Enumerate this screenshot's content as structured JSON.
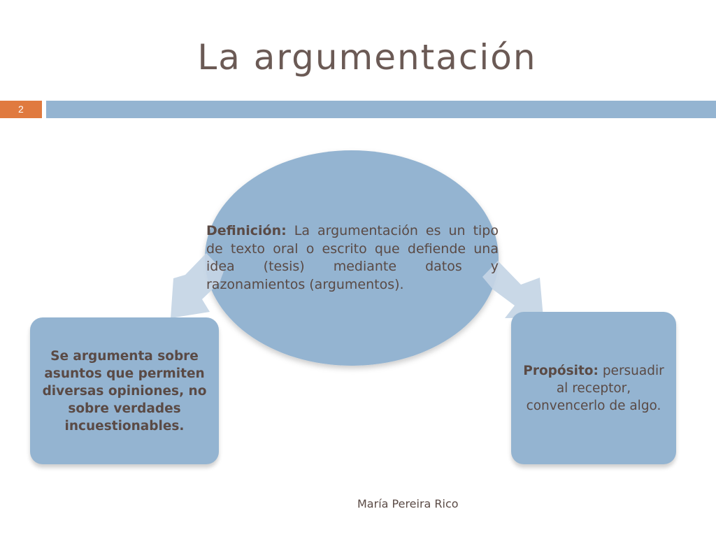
{
  "slide": {
    "title": "La argumentación",
    "number": "2",
    "author": "María Pereira Rico"
  },
  "definition": {
    "label": "Definición:",
    "text": "La argumentación es un tipo de texto oral o escrito que defiende una idea (tesis) mediante datos y razonamientos (argumentos)."
  },
  "left_box": {
    "text": "Se argumenta sobre asuntos que permiten diversas opiniones, no sobre verdades incuestionables."
  },
  "right_box": {
    "label": "Propósito:",
    "text": "persuadir al receptor, convencerlo de algo."
  },
  "colors": {
    "accent_orange": "#e07a3f",
    "shape_blue": "#94b4d1",
    "arrow_blue": "#c4d5e5",
    "text_brown": "#5a4a45"
  }
}
